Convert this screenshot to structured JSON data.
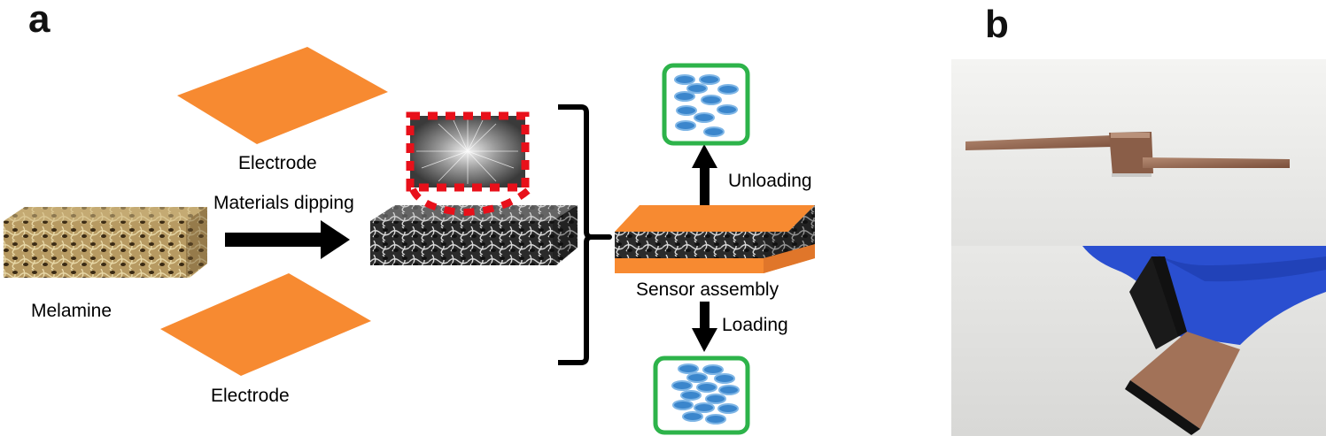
{
  "panels": {
    "a": {
      "label": "a",
      "texts": {
        "electrode_top": "Electrode",
        "electrode_bottom": "Electrode",
        "materials_dipping": "Materials dipping",
        "melamine": "Melamine",
        "sensor_assembly": "Sensor assembly",
        "unloading": "Unloading",
        "loading": "Loading"
      }
    },
    "b": {
      "label": "b"
    }
  },
  "colors": {
    "electrode": "#F78A31",
    "callout_dash": "#E8101A",
    "capsule_border": "#2DB34A",
    "particle": "#3B86CC",
    "arrow": "#000000",
    "foam_gray": "#3A3A3A",
    "foam_tan": "#8A6A3A",
    "glove": "#2A4FD0",
    "copper": "#9A6A55"
  }
}
